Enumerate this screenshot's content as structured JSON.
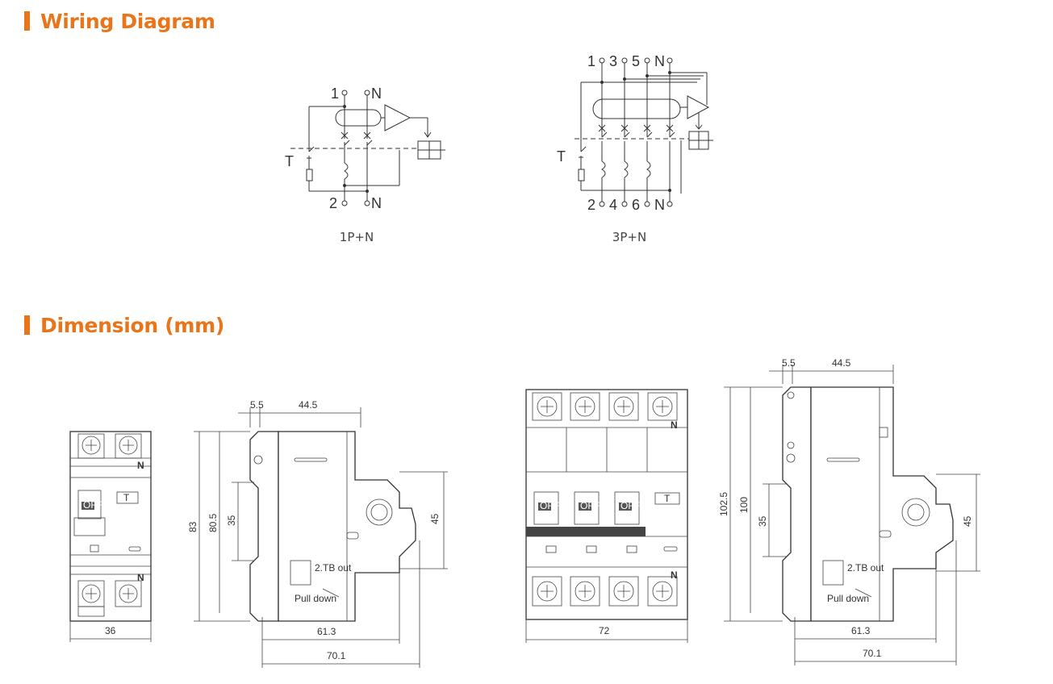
{
  "sections": {
    "wiring_title": "Wiring Diagram",
    "dimension_title": "Dimension (mm)"
  },
  "wiring": {
    "diagram_1p": {
      "caption": "1P+N",
      "top_labels": [
        "1",
        "N"
      ],
      "bottom_labels": [
        "2",
        "N"
      ],
      "test_label": "T"
    },
    "diagram_3p": {
      "caption": "3P+N",
      "top_labels": [
        "1",
        "3",
        "5",
        "N"
      ],
      "bottom_labels": [
        "2",
        "4",
        "6",
        "N"
      ],
      "test_label": "T"
    }
  },
  "dimensions": {
    "front_1p": {
      "width": "36",
      "n_top": "N",
      "n_bottom": "N",
      "off_label": "OFF",
      "test_label": "T"
    },
    "side_1p": {
      "top_a": "5.5",
      "top_b": "44.5",
      "h1": "83",
      "h2": "80.5",
      "h3": "35",
      "h4": "45",
      "d1": "61.3",
      "d2": "70.1",
      "tag_out": "2.TB out",
      "tag_down": "Pull down"
    },
    "front_3p": {
      "width": "72",
      "n_top": "N",
      "n_bottom": "N",
      "off_label": "OFF",
      "test_label": "T"
    },
    "side_3p": {
      "top_a": "5.5",
      "top_b": "44.5",
      "h1": "102.5",
      "h2": "100",
      "h3": "35",
      "h4": "45",
      "d1": "61.3",
      "d2": "70.1",
      "tag_out": "2.TB out",
      "tag_down": "Pull down"
    }
  },
  "colors": {
    "accent": "#e8751a",
    "line": "#333333"
  }
}
